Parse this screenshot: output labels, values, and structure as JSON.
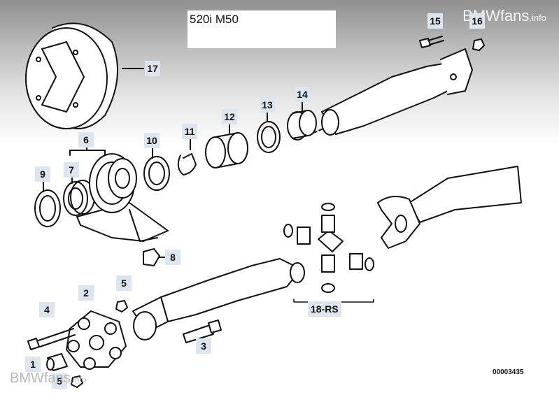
{
  "title": "520i M50",
  "watermark": {
    "brand": "BMWfans",
    "suffix": ".info"
  },
  "diagram_number": "00003435",
  "callouts": [
    "1",
    "2",
    "3",
    "4",
    "5",
    "5",
    "6",
    "7",
    "8",
    "9",
    "10",
    "11",
    "12",
    "13",
    "14",
    "15",
    "16",
    "17",
    "18-RS"
  ]
}
